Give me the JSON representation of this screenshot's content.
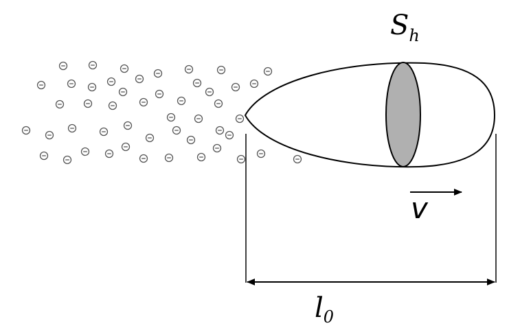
{
  "labels": {
    "cross_section": "S",
    "cross_section_sub": "h",
    "velocity": "v",
    "length": "l",
    "length_sub": "0"
  },
  "particle_symbol": "⊖",
  "colors": {
    "stroke": "#000000",
    "cross_section_fill": "#b0b0b0",
    "particle_stroke": "#555555",
    "background": "#ffffff"
  }
}
